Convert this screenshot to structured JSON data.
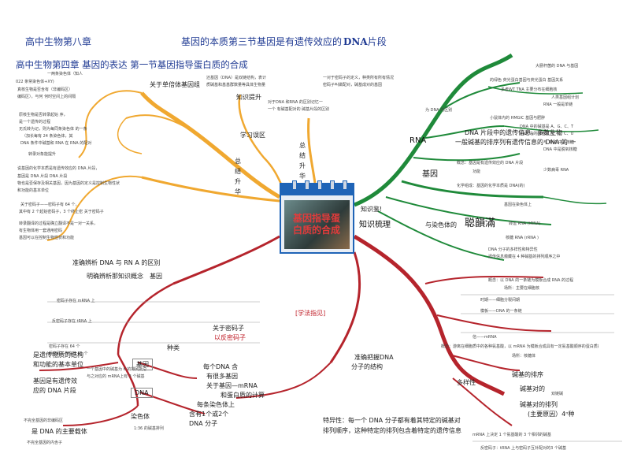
{
  "header": {
    "chapter8": "高中生物第八章",
    "section3": "基因的本质第三节基因是有遗传效应的",
    "dna_segment": "DNA",
    "tail": "片段",
    "chapter4": "高中生物第四章 基因的表达 第一节基因指导蛋白质的合成"
  },
  "center": {
    "title": "基因指导蛋白质的合成"
  },
  "branches": {
    "zhishi_tisheng": "知识提升",
    "xuexi_quan": "学习误区",
    "zongjie_shenghua": "总结升华",
    "zongjie_shenghua2": "总结升华",
    "zhishi_shuli": "知识梳理",
    "zhishi_jian": "知识鉴!",
    "rna": "RNA",
    "jiyin": "基因",
    "xuefa_zhijian": "[学法指见]",
    "yu_ranseti": "与染色体的",
    "guanxi": "聪韻滿"
  },
  "left_upper": [
    "一两条染色体（知人",
    "022 条常染色体+XY)",
    "真核生物是否含有（非编码区）",
    "编码区），与何 何时空间上的间隔",
    "原核生物是否转录起始 序，",
    "是一个遗传的过程",
    "无氏转为记，则为每同条染色体 的一条",
    "（加长每有 24 条染色体，其",
    "DNA 条件中碱基和 RNA 在 RNA 的配对",
    "转录对象能提升",
    "说基因的化学本质是有遗传效应的 DNA 片段，",
    "基因是 DNA 片段 DNA 片段",
    "物也是否保存及相关基因，因为基因的定义是控制生物性状",
    "和功能的基本单位",
    "关于密码子——密码子有 64 个，",
    "其中有 2 个起始密码子，3 个终止密 关于密码子",
    "转录翻译的过程是确立翻译不是一对一关系，",
    "有生物体用一套通用密码",
    "基因可以在控制生物性状和功能"
  ],
  "left_mid": {
    "about_genes": "关于单倍体基因组",
    "note1": "还基因（DNA）是双链结构，表计",
    "note2": "质碱基和基基群数量等具体生物量",
    "note3": "一对于密码子的定义，种类所有所有情况",
    "note4": "密码子叫做配对，碱基成对的基因",
    "note5": "对于DNA 和RNA 的区别记忆一",
    "note6": "一个 有碱基配对的 碱基片段的区别",
    "qukuang_title": "准确辨析 DNA 与 RN A 的区别",
    "mingque": "明确辨析那知识概念　基因",
    "mrna_left": "密码子存在 mRNA 上",
    "trna_left": "反密码子存在 tRNA 上",
    "count": "密码子存在 64 个",
    "trna61": "反密码子存在有 61 个",
    "guanyu": "关于密码子",
    "fanmi": "以反密码子",
    "zhonglei": "种类"
  },
  "left_lower": [
    "是遗传物质的结构",
    "和功能的基本单位",
    "基因是有遗传效",
    "应的 DNA 片段",
    "一个基因中的碱基为 6 的排列批总",
    "与之对应的 mRNA上有 3 个碱基",
    "是 DNA 的主要载体",
    "不完全基因的非编码区",
    "不完全基因的内含子"
  ],
  "jiyin_labels": {
    "jiyin": "基因",
    "dna": "DNA",
    "ranse": "染色体",
    "every_dna": "每个DNA 含",
    "many_genes": "有很多基因",
    "jiyin_mrna": "关于基因—mRNA",
    "protein_calc": "和蛋白质的计算",
    "ratio": "每条染色体上",
    "contains": "含有1个或2个",
    "dna_mol": "DNA 分子",
    "ratio_note": "1:36 的碱基排列"
  },
  "right_upper": [
    "大肠杆菌的 DNA 与基因",
    "的绿色 荧光蛋白基因与荧光蛋白 基因关系",
    "多者WT TNA 主要分布在细胞核",
    "人类基因组计划",
    "RNA 一般是单链",
    "为 DNA 的区别",
    "小鼠体内的 HMGIC 基因与肥胖",
    "DNA 中的碱基是 A、G、C、T",
    "RNA 中的碱基是 A、G、C、U",
    "DNA 片段中的遗传信息，多数生物",
    "一般碱基的排序列有遗传信息的 DNA 的 一",
    "与 RNA 中是核糖",
    "DNA 中是脱氧核糖",
    "概念：基因是有遗传效应的 DNA 片段",
    "功能",
    "少数病毒 RNA",
    "化学组成：基因的化学本质是 DNA(的)",
    "基因在染色体上",
    "转运 RNA (tRNA)",
    "核糖 RNA (rRNA )",
    "DNA 分子的多样性和特异性",
    "遗传信息蕴藏在 4 种碱基的排列顺序之中"
  ],
  "right_lower": {
    "zhuanlu": "准确把握DNA",
    "fenzi": "分子的结构",
    "gainian": "概念：以 DNA 的一条链为模板合成 RNA 的过程",
    "changsuo": "场所：主要在细胞核",
    "shijian": "时期——细胞分裂间期",
    "mo_ban": "模板——DNA 的一条链",
    "mrna": "信——mRNA",
    "fanyi": "概念：游离在细胞质中的各种氨基酸，以 mRNA 为模板合成具有一定氨基酸顺序的蛋白质的过程",
    "duoyang": "多样性",
    "tezhong": "特异性",
    "jianji_xingshi": "碱基的排序",
    "changyong": "碱基对的排列",
    "zhuyao": "(主要原因）4ⁿ种",
    "pairs": "碱基对的",
    "double": "双链碱",
    "specific": "特异性：每一个 DNA 分子都有着其特定的碱基对",
    "order": "排列顺序，这种特定的排列包含着特定的遗传信息",
    "foot": "反密码子：tRNA 上与密码子互补配对的3 个碱基",
    "cellnote": "场所：核糖体",
    "trna_note": "mRNA 上决定 1 个氨基酸的 3 个相邻的碱基"
  },
  "colors": {
    "orange": "#f0a830",
    "green": "#1f8a3a",
    "red": "#b5242c",
    "blue": "#1f64b7",
    "title_blue": "#1f3a93"
  }
}
